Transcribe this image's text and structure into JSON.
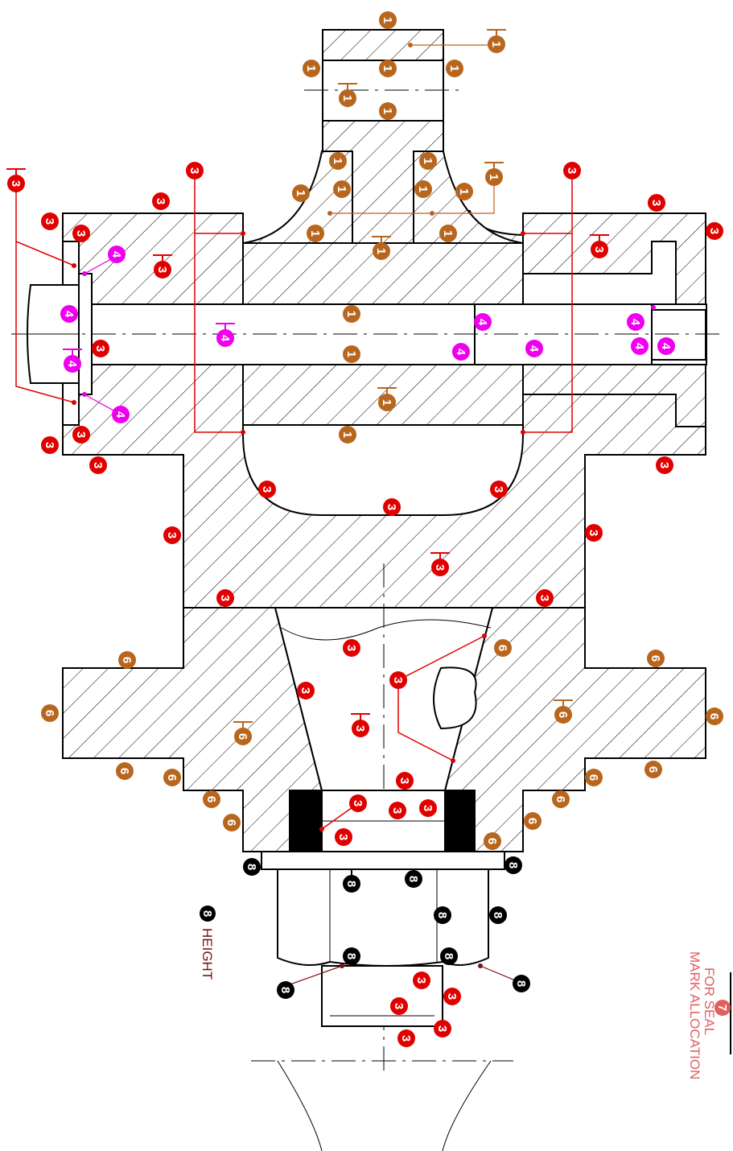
{
  "colors": {
    "red": "#e00000",
    "brown": "#b8661e",
    "magenta": "#ee00ee",
    "black": "#000000",
    "label_red": "#e06060",
    "label_dark": "#7a1010"
  },
  "legend": {
    "seal": {
      "symbol": "7",
      "line1": "MARK ALLOCATION",
      "line2": "FOR SEAL"
    },
    "height": {
      "symbol": "8",
      "text": "HEIGHT"
    }
  },
  "marks": {
    "m1": "1",
    "m3": "3",
    "m4": "4",
    "m6": "6",
    "m8": "8"
  }
}
